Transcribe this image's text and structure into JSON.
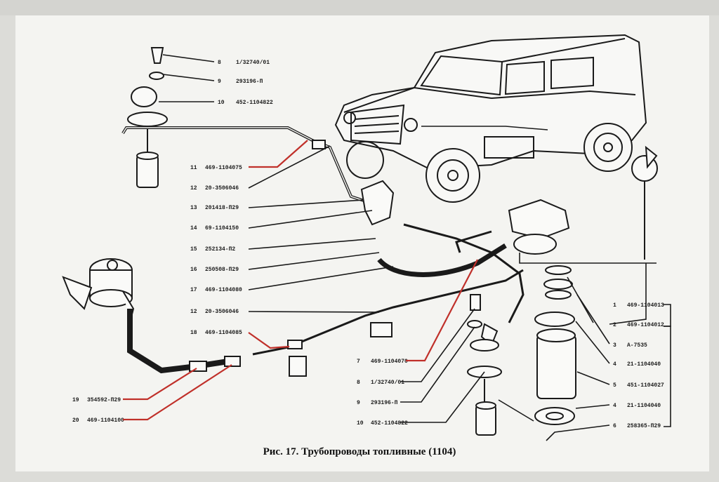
{
  "caption": "Рис. 17. Трубопроводы топливные (1104)",
  "callouts_left": [
    {
      "num": "8",
      "code": "1/32740/01"
    },
    {
      "num": "9",
      "code": "293196-П"
    },
    {
      "num": "10",
      "code": "452-1104822"
    },
    {
      "num": "11",
      "code": "469-1104075"
    },
    {
      "num": "12",
      "code": "20-3506046"
    },
    {
      "num": "13",
      "code": "201418-П29"
    },
    {
      "num": "14",
      "code": "69-1104150"
    },
    {
      "num": "15",
      "code": "252134-П2"
    },
    {
      "num": "16",
      "code": "250508-П29"
    },
    {
      "num": "17",
      "code": "469-1104080"
    },
    {
      "num": "12",
      "code": "20-3506046"
    },
    {
      "num": "18",
      "code": "469-1104085"
    },
    {
      "num": "19",
      "code": "354592-П29"
    },
    {
      "num": "20",
      "code": "469-1104100"
    }
  ],
  "callouts_center": [
    {
      "num": "7",
      "code": "469-1104070"
    },
    {
      "num": "8",
      "code": "1/32740/01"
    },
    {
      "num": "9",
      "code": "293196-П"
    },
    {
      "num": "10",
      "code": "452-1104822"
    }
  ],
  "callouts_right": [
    {
      "num": "1",
      "code": "469-1104013"
    },
    {
      "num": "2",
      "code": "469-1104012"
    },
    {
      "num": "3",
      "code": "А-7535"
    },
    {
      "num": "4",
      "code": "21-1104040"
    },
    {
      "num": "5",
      "code": "451-1104027"
    },
    {
      "num": "4",
      "code": "21-1104040"
    },
    {
      "num": "6",
      "code": "258365-П29"
    }
  ],
  "colors": {
    "highlight_line": "#c0302a",
    "ink": "#1a1a1a",
    "paper": "#f4f4f1"
  }
}
